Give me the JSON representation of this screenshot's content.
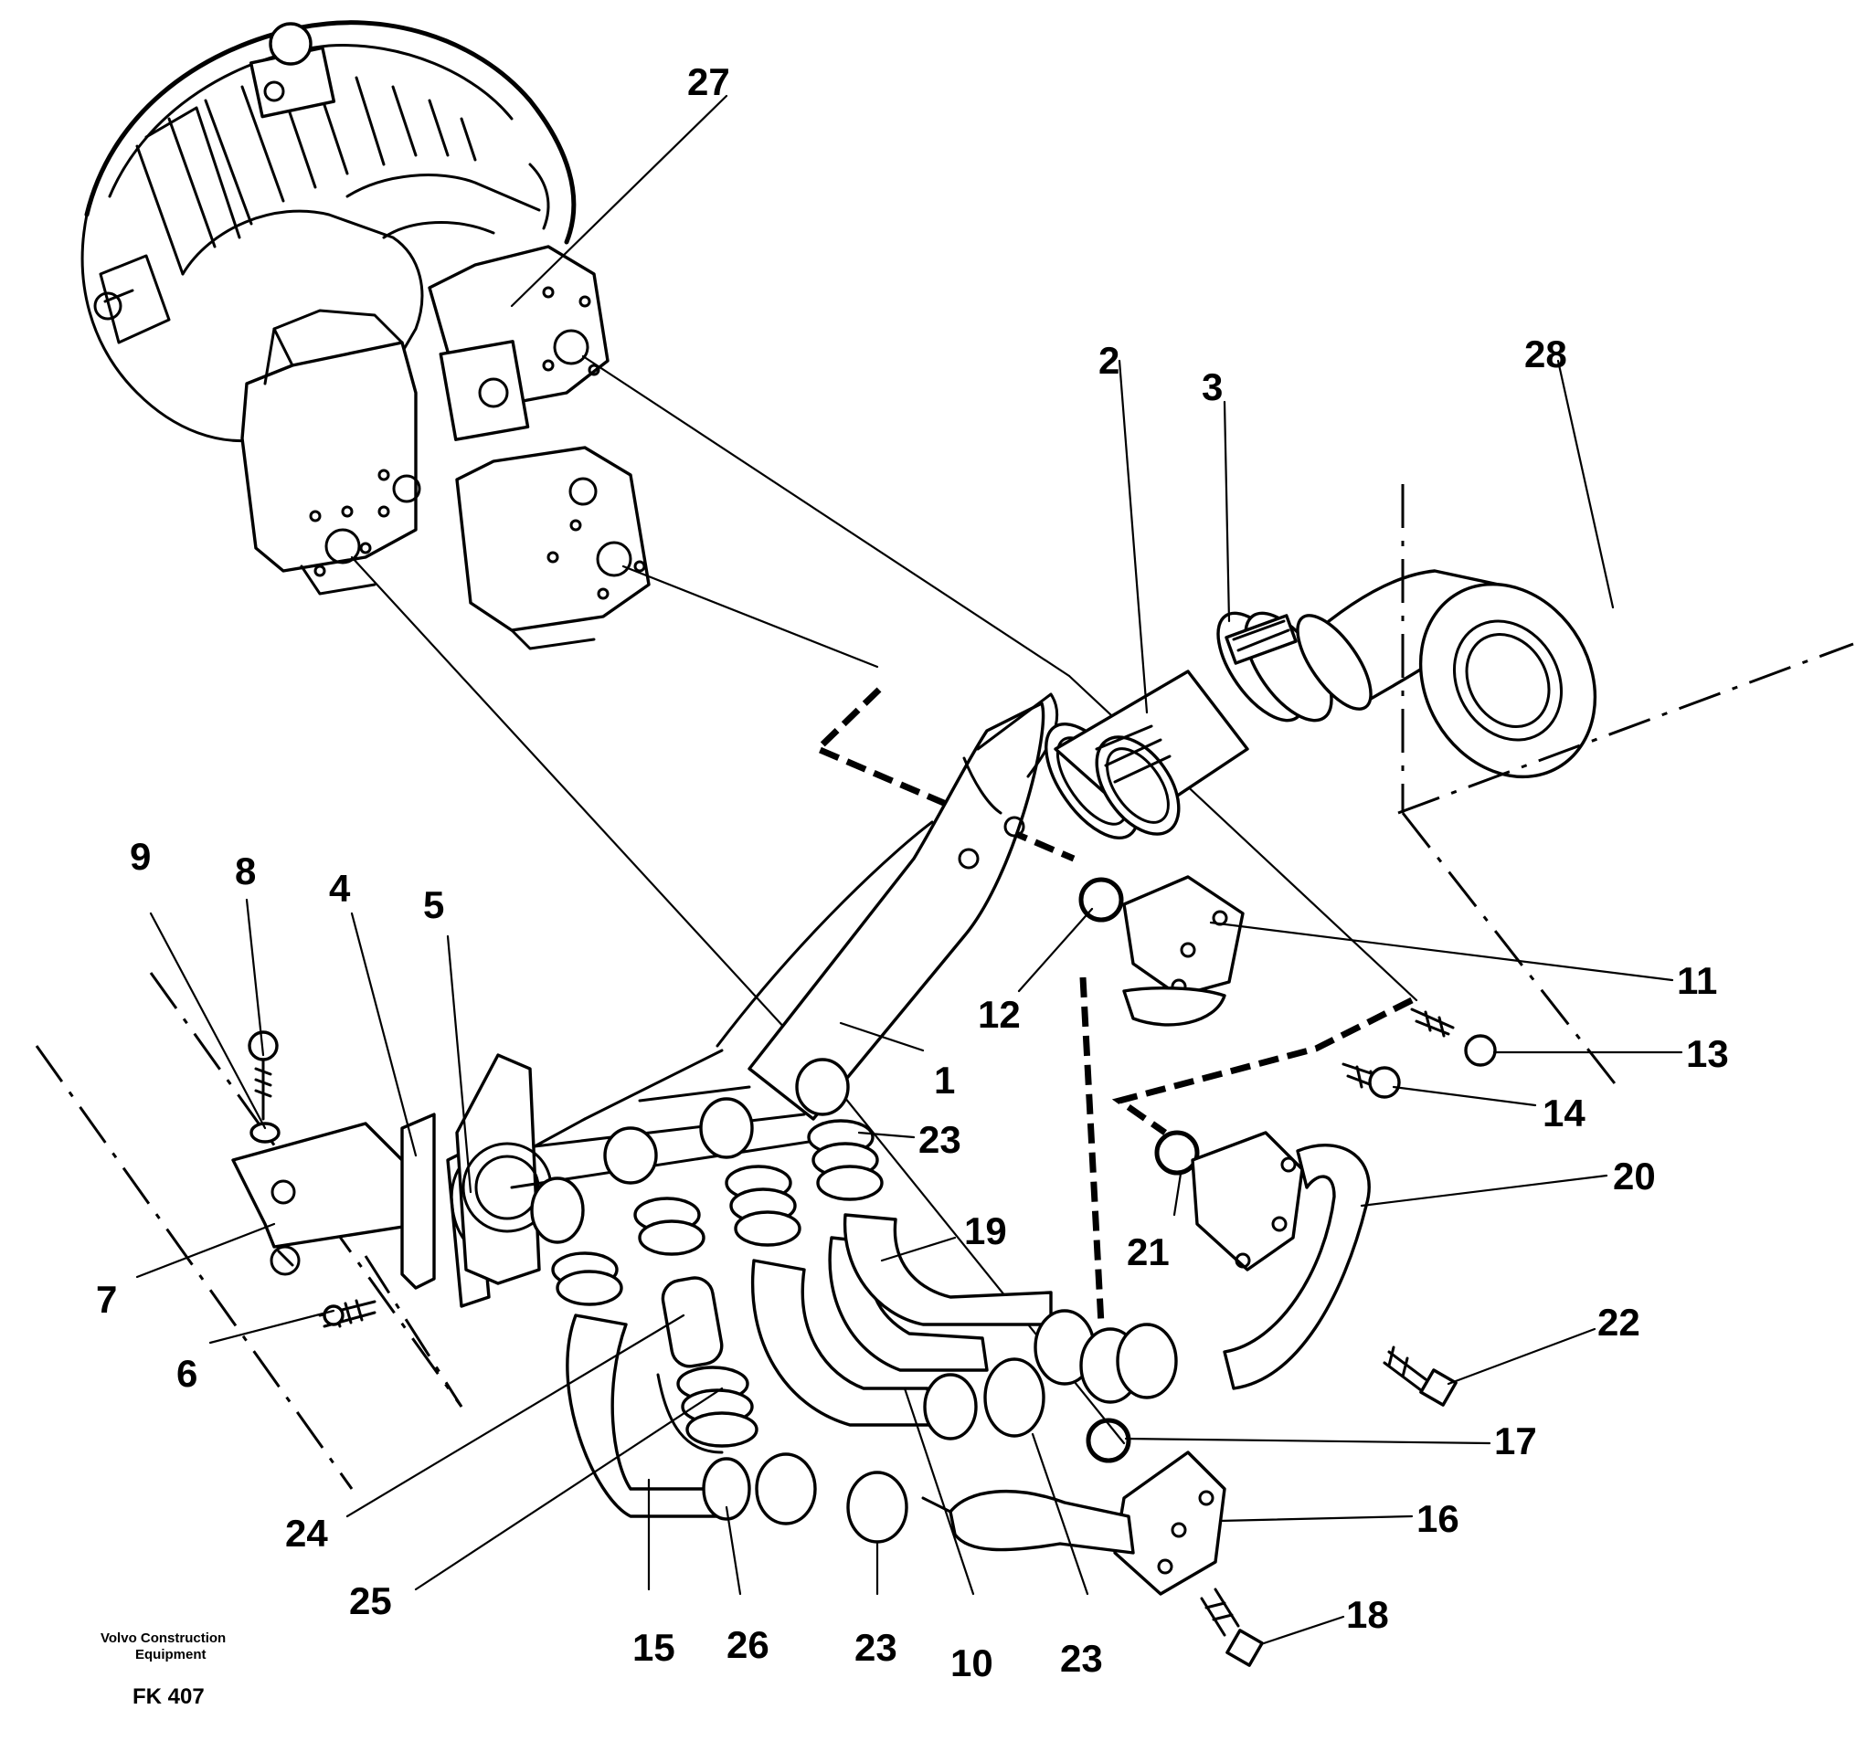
{
  "diagram": {
    "part_numbers": {
      "p1": "1",
      "p2": "2",
      "p3": "3",
      "p4": "4",
      "p5": "5",
      "p6": "6",
      "p7": "7",
      "p8": "8",
      "p9": "9",
      "p10": "10",
      "p11": "11",
      "p12": "12",
      "p13": "13",
      "p14": "14",
      "p15": "15",
      "p16": "16",
      "p17": "17",
      "p18": "18",
      "p19": "19",
      "p20": "20",
      "p21": "21",
      "p22": "22",
      "p23a": "23",
      "p23b": "23",
      "p23c": "23",
      "p24": "24",
      "p25": "25",
      "p26": "26",
      "p27": "27",
      "p28": "28"
    },
    "caption": {
      "brand_line1": "Volvo Construction",
      "brand_line2": "Equipment",
      "code": "FK 407"
    }
  }
}
